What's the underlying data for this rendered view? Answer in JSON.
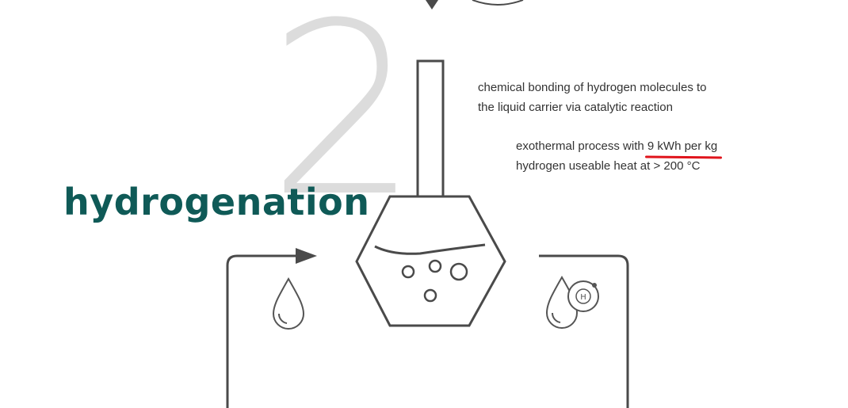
{
  "step_number": "2",
  "title": "hydrogenation",
  "description": {
    "line1": "chemical bonding of hydrogen molecules to",
    "line2": "the liquid carrier via catalytic reaction"
  },
  "details": {
    "line1_prefix": "exothermal process with ",
    "line1_highlight": "9 kWh per kg",
    "line2": "hydrogen useable heat at > 200 °C"
  },
  "hydrogen_badge": "H",
  "colors": {
    "title": "#0f5a57",
    "stroke": "#4a4a4a",
    "numeral": "#dcdcdc",
    "highlight_underline": "#e0141c"
  }
}
